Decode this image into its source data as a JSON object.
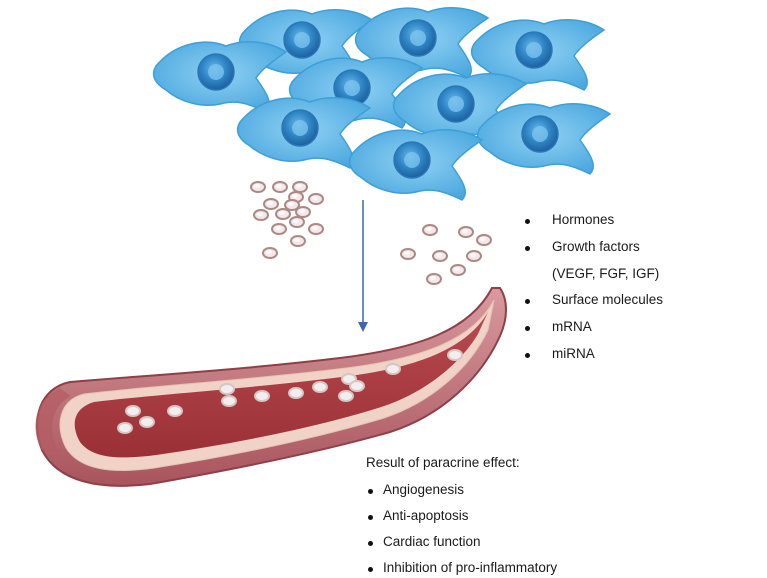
{
  "molecules": {
    "items": [
      "Hormones",
      "Growth factors",
      "(VEGF, FGF, IGF)",
      "Surface molecules",
      "mRNA",
      "miRNA"
    ]
  },
  "effects": {
    "heading": "Result of paracrine effect:",
    "items": [
      "Angiogenesis",
      "Anti-apoptosis",
      "Cardiac function",
      "Inhibition of pro-inflammatory"
    ]
  },
  "colors": {
    "cell_body": "#5ab4e6",
    "cell_highlight": "#8fd0f3",
    "nucleus": "#2e7fbf",
    "vesicle_ring": "#a98a84",
    "vesicle_fill": "#f5e7ec",
    "vessel_outer": "#c9858a",
    "vessel_inner": "#a83a3f",
    "arrow": "#3a68b4"
  },
  "icons": [
    "stem-cell-icon",
    "extracellular-vesicle-icon",
    "blood-vessel-icon",
    "down-arrow-icon"
  ]
}
